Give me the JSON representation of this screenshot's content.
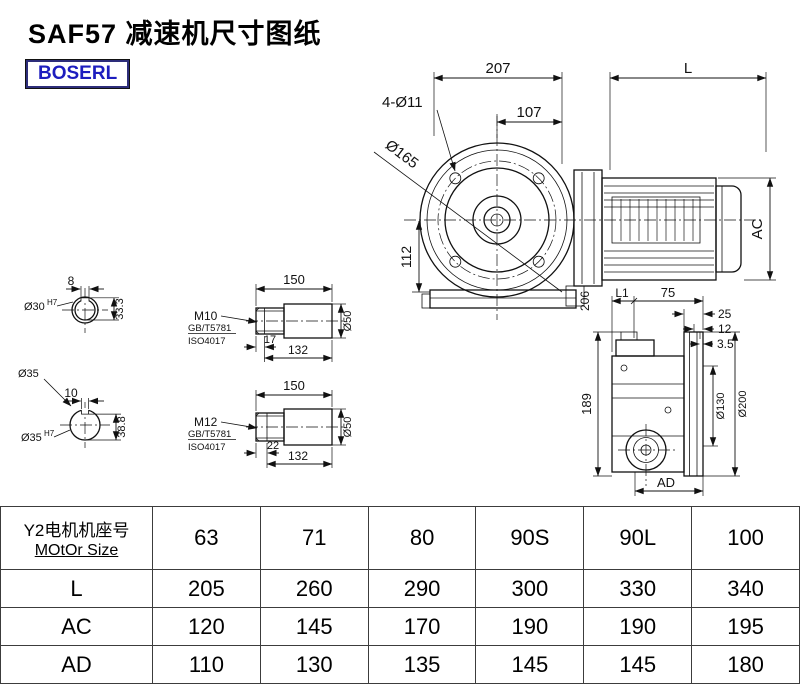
{
  "page": {
    "title": "SAF57 减速机尺寸图纸",
    "logo": "BOSERL"
  },
  "dims": {
    "main": {
      "w207": "207",
      "L": "L",
      "bolt": "4-Ø11",
      "w107": "107",
      "d165": "Ø165",
      "h112": "112",
      "AC": "AC",
      "h206": "206"
    },
    "section1": {
      "key8": "8",
      "d30": "Ø30",
      "d30sup": "H7",
      "h333": "33.3"
    },
    "mid": {
      "d35": "Ø35"
    },
    "section2": {
      "key10": "10",
      "d35": "Ø35",
      "d35sup": "H7",
      "h388": "38.8"
    },
    "shaft1": {
      "len": "150",
      "thread": "M10",
      "std1": "GB/T5781",
      "std2": "ISO4017",
      "a": "17",
      "b": "132",
      "dia": "Ø50"
    },
    "shaft2": {
      "len": "150",
      "thread": "M12",
      "std1": "GB/T5781",
      "std2": "ISO4017",
      "a": "22",
      "b": "132",
      "dia": "Ø50"
    },
    "side": {
      "L1": "L1",
      "w75": "75",
      "w25": "25",
      "w12": "12",
      "w35": "3.5",
      "h189": "189",
      "d130": "Ø130",
      "d200": "Ø200",
      "AD": "AD"
    }
  },
  "table": {
    "motor_label_cn": "Y2电机机座号",
    "motor_label_en": "MOtOr Size",
    "sizes": [
      "63",
      "71",
      "80",
      "90S",
      "90L",
      "100"
    ],
    "rows": [
      {
        "label": "L",
        "values": [
          "205",
          "260",
          "290",
          "300",
          "330",
          "340"
        ]
      },
      {
        "label": "AC",
        "values": [
          "120",
          "145",
          "170",
          "190",
          "190",
          "195"
        ]
      },
      {
        "label": "AD",
        "values": [
          "110",
          "130",
          "135",
          "145",
          "145",
          "180"
        ]
      }
    ]
  }
}
